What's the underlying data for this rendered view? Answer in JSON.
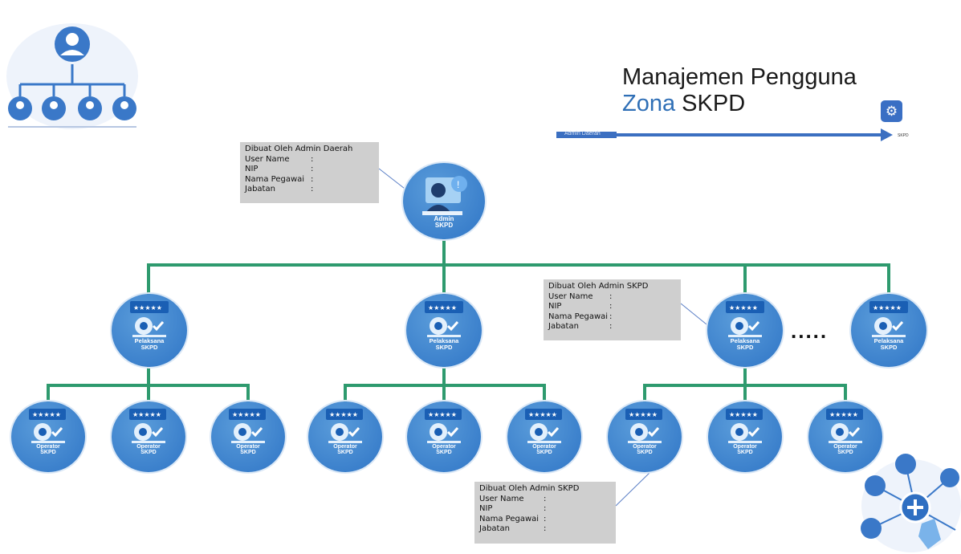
{
  "title": {
    "line1": "Manajemen Pengguna",
    "line2_accent": "Zona",
    "line2_rest": "SKPD"
  },
  "flow_arrow": {
    "start_label": "Admin Daerah",
    "end_label": "SKPD"
  },
  "nodes": {
    "admin": {
      "line1": "Admin",
      "line2": "SKPD"
    },
    "pelaksana": {
      "line1": "Pelaksana",
      "line2": "SKPD"
    },
    "operator": {
      "line1": "Operator",
      "line2": "SKPD"
    }
  },
  "ellipsis": ".....",
  "info_boxes": [
    {
      "title": "Dibuat Oleh Admin Daerah",
      "fields": [
        "User Name",
        "NIP",
        "Nama Pegawai",
        "Jabatan"
      ]
    },
    {
      "title": "Dibuat Oleh Admin SKPD",
      "fields": [
        "User Name",
        "NIP",
        "Nama Pegawai",
        "Jabatan"
      ]
    },
    {
      "title": "Dibuat Oleh Admin SKPD",
      "fields": [
        "User Name",
        "NIP",
        "Nama Pegawai",
        "Jabatan"
      ]
    }
  ],
  "colors": {
    "connector": "#2e9a6e",
    "node": "#3c82cf",
    "arrow": "#3b6fc1",
    "infobox": "#cfcfcf",
    "accent": "#2f6fb6"
  },
  "icons": {
    "gear": "⚙",
    "hierarchy": "org-chart-icon",
    "network_add": "network-add-icon"
  }
}
